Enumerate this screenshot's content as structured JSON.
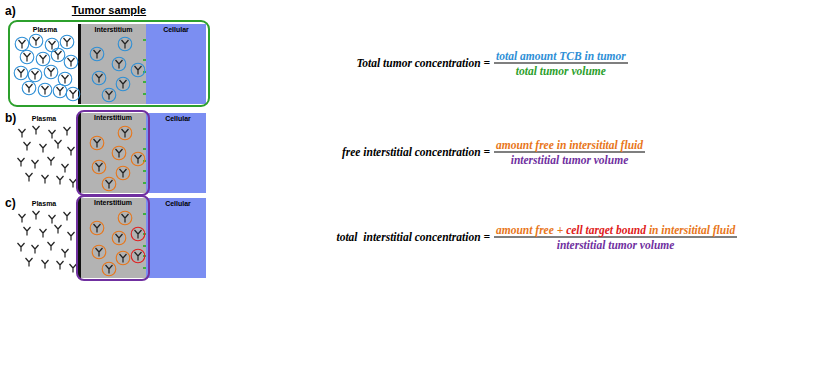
{
  "diagram": {
    "nodes": [
      {
        "text": [
          "Tumor sample"
        ]
      },
      {
        "text": [
          "Plasma"
        ],
        "in": 0
      },
      {
        "text": [
          "Interstitium"
        ],
        "in": 0
      },
      {
        "text": [
          "Cellular"
        ],
        "in": 0
      },
      {
        "text": [
          "Plasma"
        ]
      },
      {
        "text": [
          "Interstitium"
        ]
      },
      {
        "text": [
          "Cellular"
        ]
      },
      {
        "text": [
          "Plasma"
        ]
      },
      {
        "text": [
          "Interstitium"
        ]
      },
      {
        "text": [
          "Cellular"
        ]
      }
    ],
    "labels": [
      "a)",
      "Total tumor concentration =",
      "total amount TCB in tumor",
      "total tumor volume",
      "b)",
      "free interstitial concentration =",
      "amount free in intersitital fluid",
      "interstitial tumor volume",
      "c)",
      "total  interstitial concentration =",
      "amount free + ",
      "cell target bound",
      " in intersitital fluid",
      "interstitial tumor volume"
    ]
  }
}
